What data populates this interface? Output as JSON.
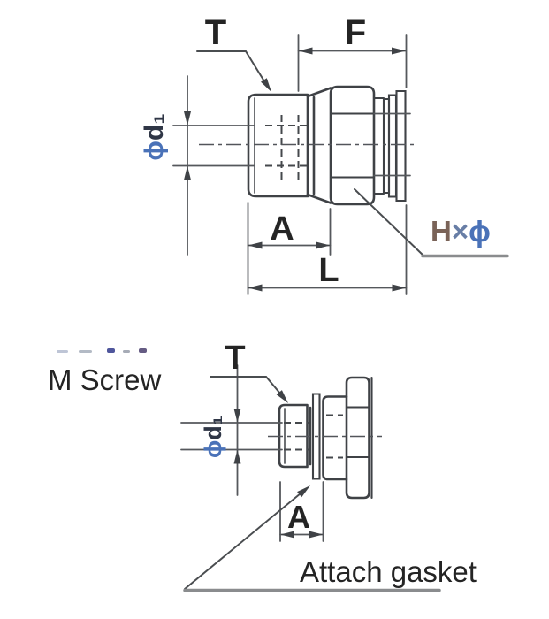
{
  "colors": {
    "line": "#3f4246",
    "thin_line": "#55585c",
    "hidden_line": "#45484c",
    "center_line": "#52555a",
    "lead_line": "#4a4d50",
    "leader_gray": "#8a8c8e",
    "text": "#242424",
    "phi_blue": "#4a72b8",
    "d1_dark": "#2f3646",
    "h_warm": "#7a6358",
    "times_blue": "#687ea6"
  },
  "top_view": {
    "labels": {
      "thread": "T",
      "width_f": "F",
      "phi": "ϕ",
      "inner_dia": "d₁",
      "length_a": "A",
      "length_l": "L",
      "hex_h": "H",
      "hex_times": "×",
      "hex_phi": "ϕ"
    }
  },
  "bottom_view": {
    "labels": {
      "thread": "T",
      "phi": "ϕ",
      "inner_dia": "d₁",
      "length_a": "A",
      "m_screw": "M Screw",
      "attach_gasket": "Attach gasket"
    }
  }
}
